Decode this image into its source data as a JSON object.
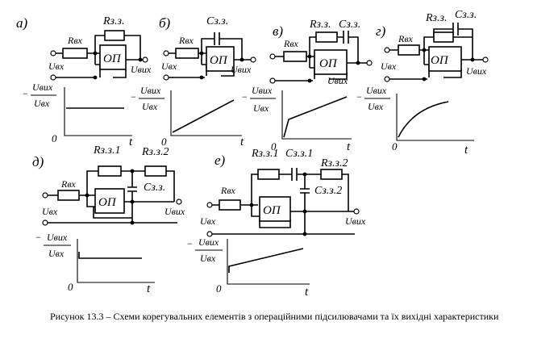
{
  "panel_labels": {
    "a": "а)",
    "b": "б)",
    "v": "в)",
    "g": "г)",
    "d": "д)",
    "e": "е)"
  },
  "components": {
    "opamp": "ОП",
    "r_in": "Rвх",
    "r_fb": "Rз.з.",
    "c_fb": "Cз.з.",
    "r_fb1": "Rз.з.1",
    "r_fb2": "Rз.з.2",
    "c_fb1": "Cз.з.1",
    "c_fb2": "Cз.з.2",
    "u_in": "Uвх",
    "u_out": "Uвих"
  },
  "graph_text": {
    "minus": "−",
    "num": "Uвих",
    "den": "Uвх",
    "t": "t",
    "zero": "0"
  },
  "caption": "Рисунок 13.3 – Схеми корегувальних елементів з операційними підсилювачами та їх вихідні характеристики"
}
